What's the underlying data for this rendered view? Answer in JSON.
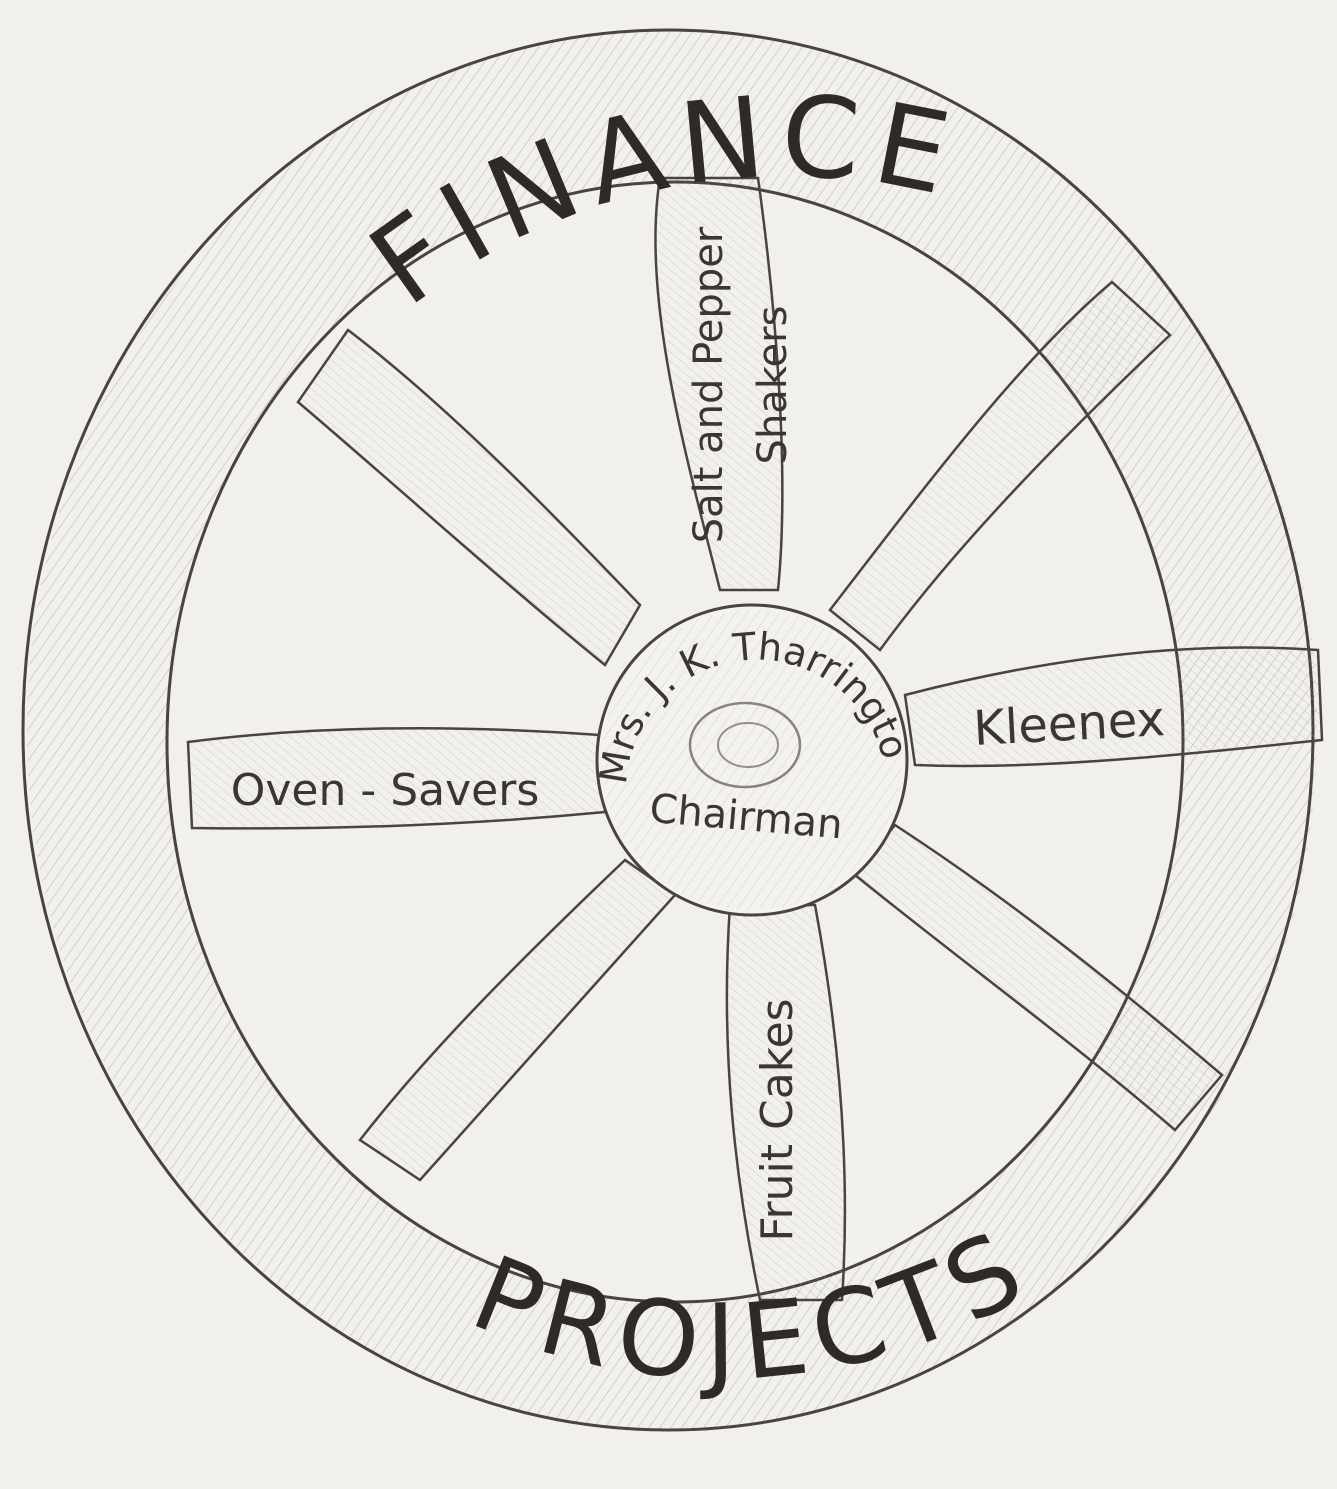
{
  "wheel": {
    "rim_top_text": "FINANCE",
    "rim_bottom_text": "PROJECTS",
    "hub": {
      "name": "Mrs. J. K. Tharrington",
      "role": "Chairman"
    },
    "spokes": {
      "top_line1": "Salt and Pepper",
      "top_line2": "Shakers",
      "right": "Kleenex",
      "bottom": "Fruit Cakes",
      "left": "Oven - Savers"
    }
  },
  "colors": {
    "paper": "#f1f0ec",
    "pencil": "#4a443e",
    "shading": "#8d8780"
  }
}
